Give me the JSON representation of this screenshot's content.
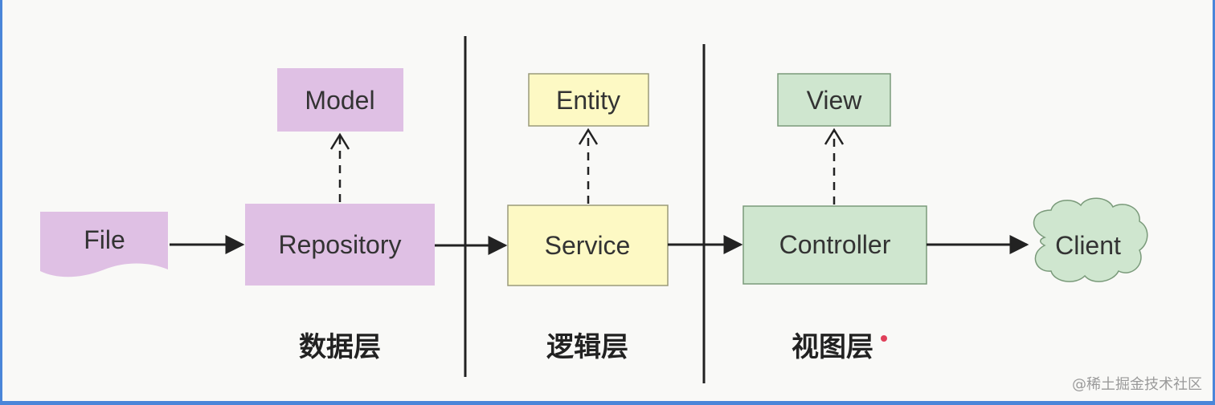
{
  "nodes": {
    "file": "File",
    "repository": "Repository",
    "model": "Model",
    "service": "Service",
    "entity": "Entity",
    "controller": "Controller",
    "view": "View",
    "client": "Client"
  },
  "layers": {
    "data": "数据层",
    "logic": "逻辑层",
    "view": "视图层"
  },
  "watermark": "@稀土掘金技术社区",
  "colors": {
    "purple_fill": "#dfc0e4",
    "yellow_fill": "#fdf9c4",
    "yellow_stroke": "#9a9a7a",
    "green_fill": "#cfe6cf",
    "green_stroke": "#7a9a7a",
    "arrow": "#222222"
  }
}
